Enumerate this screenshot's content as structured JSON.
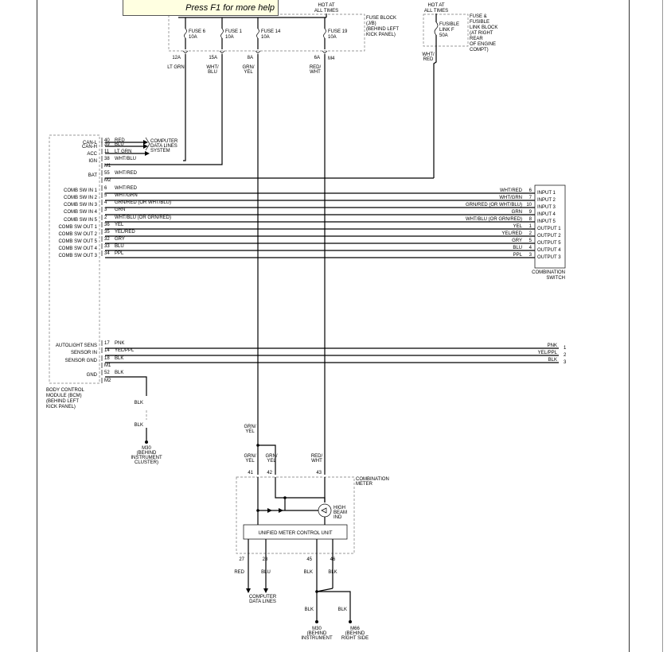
{
  "tooltip": "Press F1 for more help",
  "power": {
    "hot_main": [
      "HOT AT",
      "ALL TIMES"
    ],
    "hot_side": [
      "HOT AT",
      "ALL TIMES"
    ],
    "fuse_block": [
      "FUSE BLOCK",
      "(J/B)",
      "(BEHIND LEFT",
      "KICK PANEL)"
    ],
    "fusible_block": [
      "FUSE &",
      "FUSIBLE",
      "LINK BLOCK",
      "(AT RIGHT",
      "REAR",
      "OF ENGINE",
      "COMPT)"
    ],
    "fuses": [
      {
        "name": "FUSE 6",
        "rating": "10A",
        "pin": "12A",
        "wire": [
          "LT GRN"
        ]
      },
      {
        "name": "FUSE 1",
        "rating": "10A",
        "pin": "15A",
        "wire": [
          "WHT/",
          "BLU"
        ]
      },
      {
        "name": "FUSE 14",
        "rating": "10A",
        "pin": "8A",
        "wire": [
          "GRN/",
          "YEL"
        ]
      },
      {
        "name": "FUSE 19",
        "rating": "10A",
        "pin": "6A",
        "wire": [
          "RED/",
          "WHT"
        ]
      }
    ],
    "m4": "M4",
    "fusible_link": [
      "FUSIBLE",
      "LINK F",
      "50A"
    ],
    "fusible_wire": [
      "WHT/",
      "RED"
    ]
  },
  "bcm": {
    "title": [
      "BODY CONTROL",
      "MODULE (BCM)",
      "(BEHIND LEFT",
      "KICK PANEL)"
    ],
    "pins": [
      {
        "label": "CAN-L",
        "pin": "40",
        "wire": "RED"
      },
      {
        "label": "CAN-H",
        "pin": "39",
        "wire": "BLU"
      },
      {
        "label": "ACC",
        "pin": "11",
        "wire": "LT GRN"
      },
      {
        "label": "IGN",
        "pin": "38",
        "wire": "WHT/BLU"
      },
      {
        "label": "",
        "pin": "M1",
        "wire": ""
      },
      {
        "label": "BAT",
        "pin": "55",
        "wire": "WHT/RED"
      },
      {
        "label": "",
        "pin": "M2",
        "wire": ""
      },
      {
        "label": "COMB SW IN 1",
        "pin": "6",
        "wire": "WHT/RED"
      },
      {
        "label": "COMB SW IN 2",
        "pin": "5",
        "wire": "WHT/GRN"
      },
      {
        "label": "COMB SW IN 3",
        "pin": "4",
        "wire": "GRN/RED   (OR WHT/BLU)"
      },
      {
        "label": "COMB SW IN 4",
        "pin": "3",
        "wire": "GRN"
      },
      {
        "label": "COMB SW IN 5",
        "pin": "2",
        "wire": "WHT/BLU   (OR GRN/RED)"
      },
      {
        "label": "COMB SW OUT 1",
        "pin": "36",
        "wire": "YEL"
      },
      {
        "label": "COMB SW OUT 2",
        "pin": "35",
        "wire": "YEL/RED"
      },
      {
        "label": "COMB SW OUT 5",
        "pin": "32",
        "wire": "GRY"
      },
      {
        "label": "COMB SW OUT 4",
        "pin": "33",
        "wire": "BLU"
      },
      {
        "label": "COMB SW OUT 3",
        "pin": "34",
        "wire": "PPL"
      },
      {
        "label": "AUTOLIGHT SENS",
        "pin": "17",
        "wire": "PNK"
      },
      {
        "label": "SENSOR IN",
        "pin": "14",
        "wire": "YEL/PPL"
      },
      {
        "label": "SENSOR GND",
        "pin": "18",
        "wire": "BLK"
      },
      {
        "label": "",
        "pin": "M1",
        "wire": ""
      },
      {
        "label": "GND",
        "pin": "52",
        "wire": "BLK"
      },
      {
        "label": "",
        "pin": "M2",
        "wire": ""
      }
    ],
    "can_target": [
      "COMPUTER",
      "DATA LINES",
      "SYSTEM"
    ],
    "gnd_wire": "BLK",
    "gnd_wire2": "BLK",
    "gnd_point": [
      "M30",
      "(BEHIND",
      "INSTRUMENT",
      "CLUSTER)"
    ]
  },
  "comb_switch": {
    "title": [
      "COMBINATION",
      "SWITCH"
    ],
    "rows": [
      {
        "wire": "WHT/RED",
        "pin": "6",
        "label": "INPUT 1"
      },
      {
        "wire": "WHT/GRN",
        "pin": "7",
        "label": "INPUT 2"
      },
      {
        "wire": "GRN/RED   (OR WHT/BLU)",
        "pin": "10",
        "label": "INPUT 3"
      },
      {
        "wire": "GRN",
        "pin": "9",
        "label": "INPUT 4"
      },
      {
        "wire": "WHT/BLU   (OR GRN/RED)",
        "pin": "8",
        "label": "INPUT 5"
      },
      {
        "wire": "YEL",
        "pin": "1",
        "label": "OUTPUT 1"
      },
      {
        "wire": "YEL/RED",
        "pin": "2",
        "label": "OUTPUT 2"
      },
      {
        "wire": "GRY",
        "pin": "5",
        "label": "OUTPUT 5"
      },
      {
        "wire": "BLU",
        "pin": "4",
        "label": "OUTPUT 4"
      },
      {
        "wire": "PPL",
        "pin": "3",
        "label": "OUTPUT 3"
      }
    ]
  },
  "light_sensor": [
    {
      "wire": "PNK",
      "pin": "1"
    },
    {
      "wire": "YEL/PPL",
      "pin": "2"
    },
    {
      "wire": "BLK",
      "pin": "3"
    }
  ],
  "meter": {
    "title": [
      "COMBINATION",
      "METER"
    ],
    "splice_wire": [
      "GRN/",
      "YEL"
    ],
    "pins_in": [
      {
        "pin": "41",
        "wire": [
          "GRN/",
          "YEL"
        ]
      },
      {
        "pin": "42",
        "wire": [
          "GRN/",
          "YEL"
        ]
      },
      {
        "pin": "43",
        "wire": [
          "RED/",
          "WHT"
        ]
      }
    ],
    "high_beam": [
      "HIGH",
      "BEAM",
      "IND"
    ],
    "unit": "UNIFIED METER CONTROL UNIT",
    "pins_out": [
      {
        "pin": "27",
        "wire": "RED"
      },
      {
        "pin": "28",
        "wire": "BLU"
      },
      {
        "pin": "45",
        "wire": "BLK"
      },
      {
        "pin": "46",
        "wire": "BLK"
      }
    ],
    "data_target": [
      "COMPUTER",
      "DATA LINES"
    ],
    "gnd_wires": [
      "BLK",
      "BLK"
    ],
    "gnd1": [
      "M30",
      "(BEHIND",
      "INSTRUMENT"
    ],
    "gnd2": [
      "M66",
      "(BEHIND",
      "RIGHT SIDE"
    ]
  }
}
